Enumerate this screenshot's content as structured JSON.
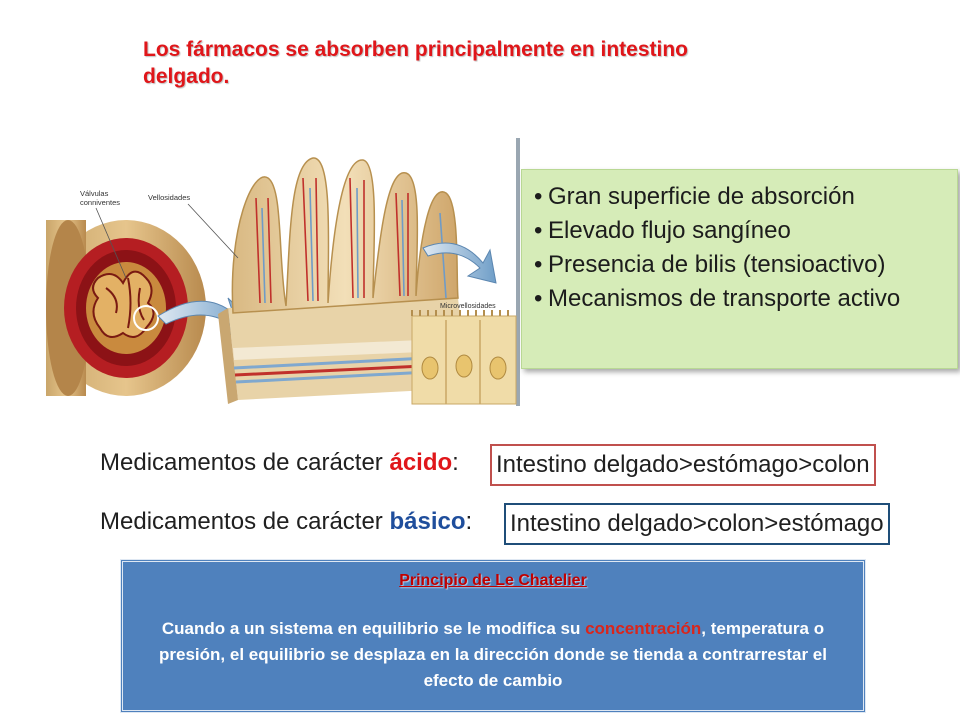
{
  "slide": {
    "title": "Los fármacos se absorben principalmente en intestino delgado."
  },
  "illustration": {
    "label_valvulas_1": "Válvulas",
    "label_valvulas_2": "conniventes",
    "label_vellosidades": "Vellosidades",
    "label_micro": "Microvellosidades"
  },
  "benefits": {
    "items": [
      "Gran superficie de absorción",
      "Elevado flujo sangíneo",
      "Presencia de bilis (tensioactivo)",
      "Mecanismos de transporte activo"
    ]
  },
  "acid": {
    "prefix": "Medicamentos de carácter ",
    "keyword": "ácido",
    "colon": ":",
    "route": "Intestino delgado>estómago>colon",
    "keyword_color": "#e0161a",
    "border_color": "#c0504d"
  },
  "basic": {
    "prefix": "Medicamentos de carácter ",
    "keyword": "básico",
    "colon": ":",
    "route": "Intestino delgado>colon>estómago",
    "keyword_color": "#1f4e9c",
    "border_color": "#1f4e79"
  },
  "principle": {
    "heading": "Principio de Le Chatelier",
    "text_before": "Cuando a un sistema en equilibrio se le modifica su ",
    "highlight": "concentración",
    "text_after": ", temperatura o presión, el equilibrio se desplaza en la dirección donde se tienda a contrarrestar el efecto de cambio"
  }
}
